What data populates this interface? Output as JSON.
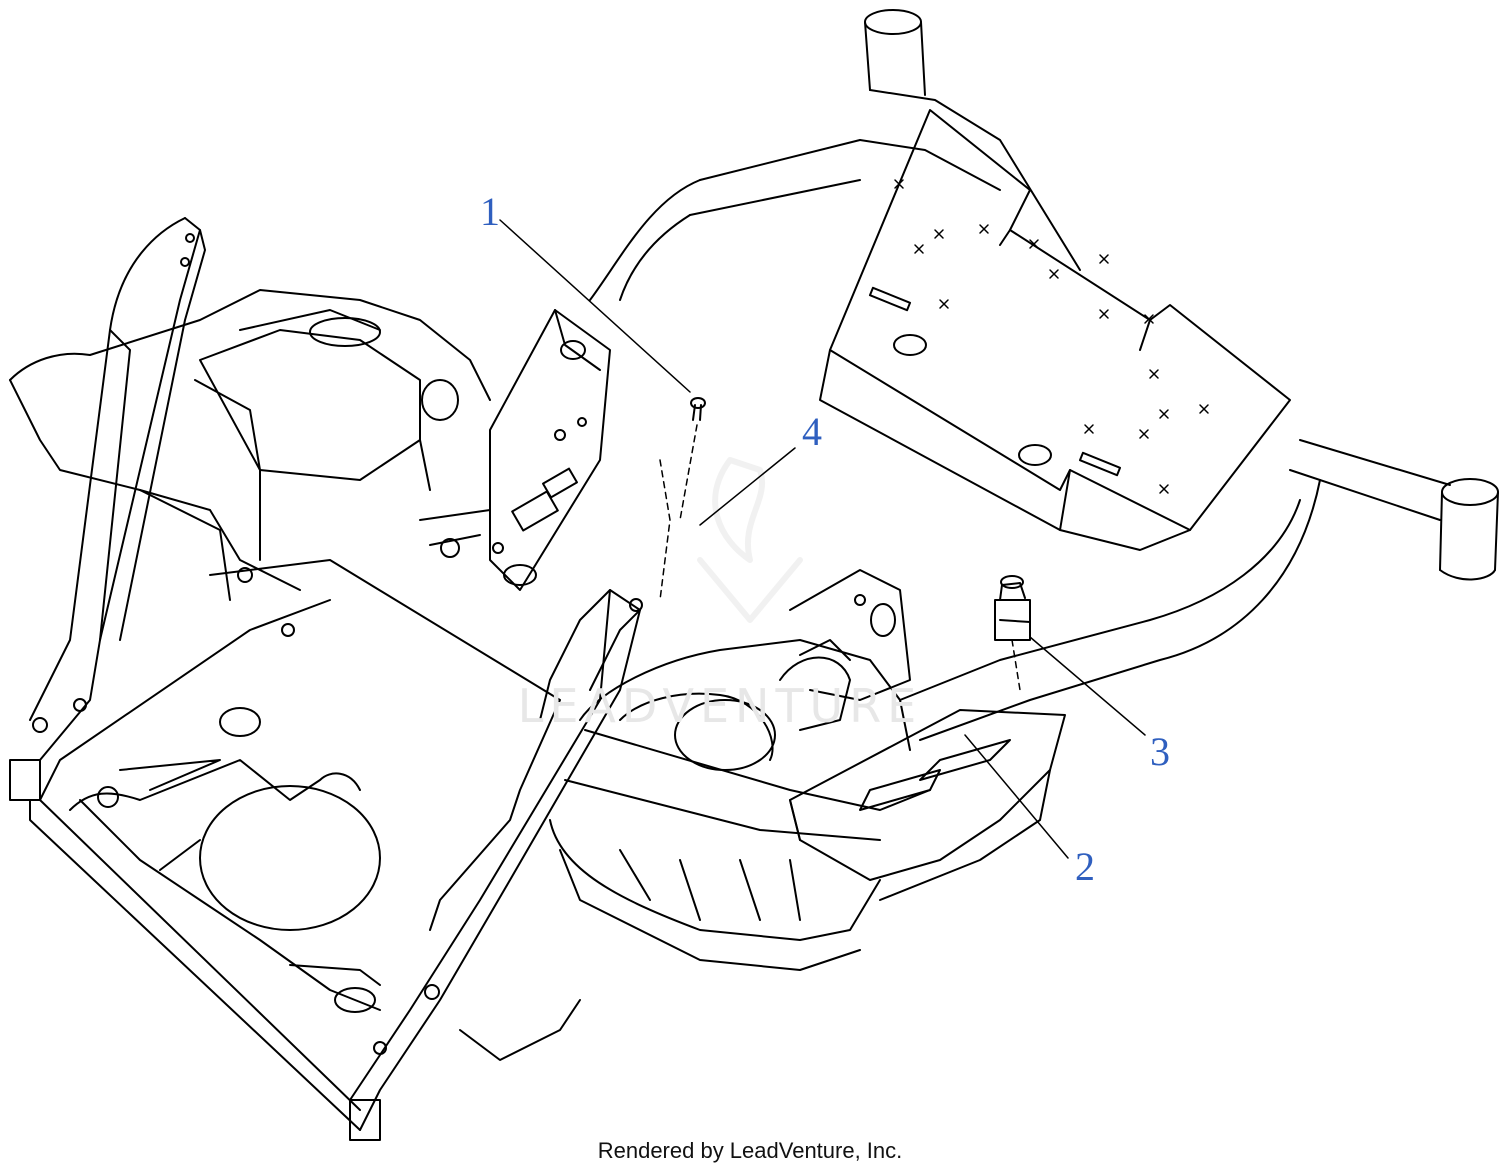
{
  "callouts": [
    {
      "id": "1",
      "label": "1"
    },
    {
      "id": "2",
      "label": "2"
    },
    {
      "id": "3",
      "label": "3"
    },
    {
      "id": "4",
      "label": "4"
    }
  ],
  "watermark": {
    "text": "LEADVENTURE"
  },
  "footer": {
    "text": "Rendered by LeadVenture, Inc."
  },
  "colors": {
    "line": "#000000",
    "callout": "#2f5fbf",
    "watermark": "#e7e7e7"
  }
}
